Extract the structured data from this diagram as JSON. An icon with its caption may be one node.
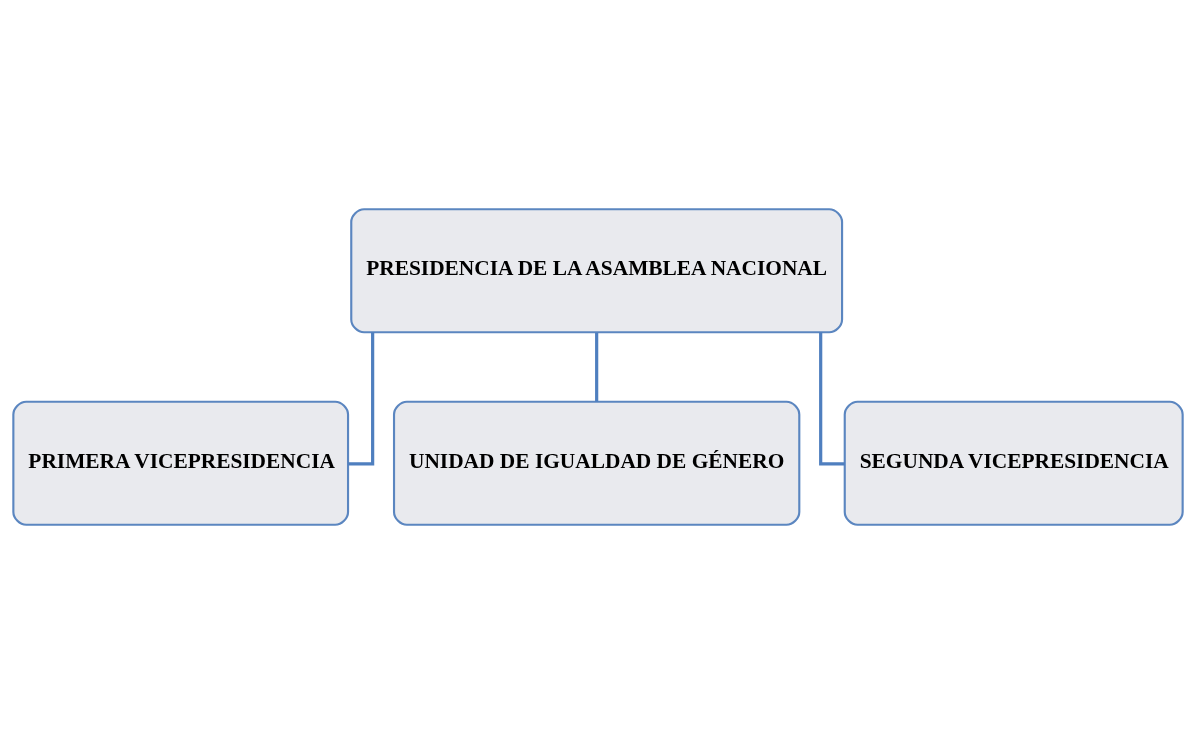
{
  "diagram": {
    "nodes": [
      {
        "text": [
          "PRESIDENCIA DE LA ASAMBLEA NACIONAL"
        ]
      },
      {
        "text": [
          "PRIMERA VICEPRESIDENCIA"
        ]
      },
      {
        "text": [
          "UNIDAD DE IGUALDAD DE GÉNERO"
        ]
      },
      {
        "text": [
          "SEGUNDA VICEPRESIDENCIA"
        ]
      }
    ],
    "edges": [
      {
        "from": 0,
        "to": 1,
        "arrow": "none"
      },
      {
        "from": 0,
        "to": 2,
        "arrow": "none"
      },
      {
        "from": 0,
        "to": 3,
        "arrow": "none"
      }
    ]
  }
}
